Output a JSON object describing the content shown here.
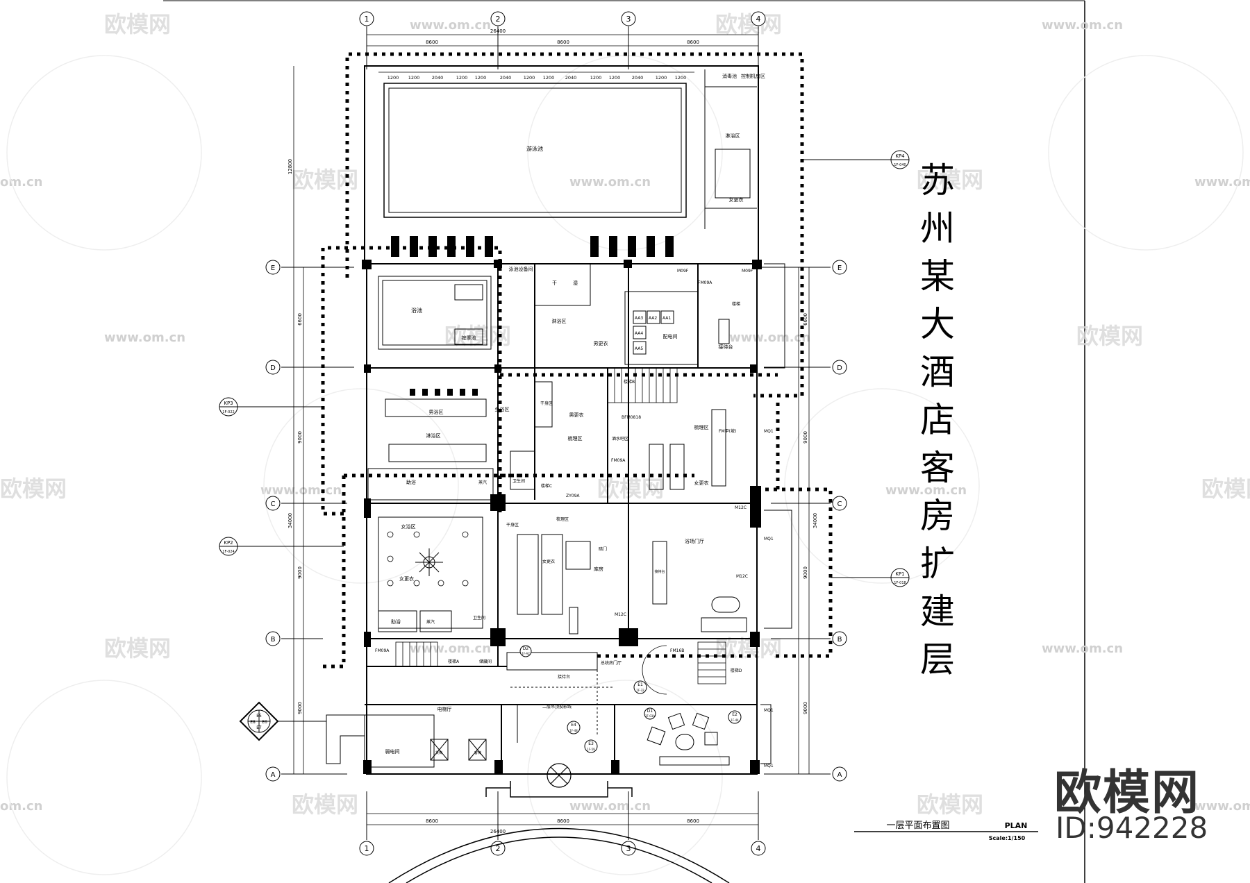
{
  "project_title": "苏州某大酒店客房扩建层",
  "drawing": {
    "title": "一层平面布置图",
    "title_en": "PLAN",
    "scale": "Scale:1/150"
  },
  "watermark": {
    "brand": "欧模网",
    "url": "www.om.cn",
    "url_fragment": "om.cn",
    "id": "ID:942228"
  },
  "grid": {
    "columns": [
      "1",
      "2",
      "3",
      "4"
    ],
    "rows": [
      "E",
      "D",
      "C",
      "B",
      "A"
    ],
    "dims_top": [
      "8600",
      "8600",
      "8600"
    ],
    "dim_total_h": "26400",
    "dims_bottom": [
      "8600",
      "8600",
      "8600"
    ],
    "module_dims": [
      "1200",
      "1200",
      "2040",
      "1200",
      "1200",
      "2040",
      "1200",
      "1200",
      "2040",
      "1200",
      "1200",
      "2040",
      "1200",
      "1200"
    ],
    "dim_left_outer": "12800",
    "dims_left": [
      "6600",
      "9000",
      "9000",
      "9000"
    ],
    "dim_left_total": "34000",
    "dims_right": [
      "6600",
      "9000",
      "9000",
      "9000"
    ],
    "dim_right_total": "34000"
  },
  "key_plans": [
    {
      "id": "KP4",
      "ref": "1F-040"
    },
    {
      "id": "KP3",
      "ref": "1F-022"
    },
    {
      "id": "KP2",
      "ref": "1F-024"
    },
    {
      "id": "KP1",
      "ref": "1F-018"
    }
  ],
  "elevation_markers": [
    {
      "id": "E1",
      "ref": "1F-32"
    },
    {
      "id": "E2",
      "ref": "1F-44"
    },
    {
      "id": "E4",
      "ref": "1F-48"
    },
    {
      "id": "E3",
      "ref": "1F-59"
    },
    {
      "id": "D1",
      "ref": "1F-03A"
    },
    {
      "id": "D2",
      "ref": "1F-A2"
    }
  ],
  "legend_marker": {
    "labels": [
      "E5",
      "E6",
      "E7",
      "E8"
    ]
  },
  "rooms": {
    "pool": "游泳池",
    "dispensary": "消毒池",
    "control_room": "控制机房区",
    "shower_area": "淋浴区",
    "women_locker": "女更衣",
    "bath_pool": "浴池",
    "massage": "按摩池",
    "pool_equip": "泳池设备间",
    "sauna_dry": "干",
    "sauna_wet": "湿",
    "bathing_area": "淋浴区",
    "men_locker_small": "男更衣",
    "distribution": "配电间",
    "reception": "接待台",
    "stair": "楼梯",
    "stair_b": "楼梯B",
    "stair_c": "楼梯C",
    "stair_d": "楼梯D",
    "stair_a": "楼梯A",
    "men_bath": "男浴区",
    "sitting_bath": "坐浴区",
    "bath_area2": "淋浴区",
    "dry_area": "干身区",
    "men_locker": "男更衣",
    "grooming": "梳理区",
    "rest_area": "酒水吧区",
    "toilet": "卫生间",
    "steam": "蒸汽",
    "bath": "助浴",
    "seat_area": "梳理区",
    "women_bath": "女浴区",
    "women_changing": "女更衣",
    "dry_area2": "干身区",
    "grooming2": "梳理区",
    "storage": "库房",
    "spa_lobby": "浴场门厅",
    "reception2": "接待台",
    "dark_door": "暗门",
    "bath2": "助浴",
    "steam2": "蒸汽",
    "toilet2": "卫生间",
    "service_room": "储藏间",
    "front_desk": "接待台",
    "lobby_hall": "总统房门厅",
    "elevator_hall": "电梯厅",
    "weak_room": "弱电间",
    "ceiling_note": "二层吊顶投影线",
    "freight_elev": "货梯",
    "pass_elev": "客梯",
    "women_locker2": "女更衣"
  },
  "door_tags": [
    "M09F",
    "FM09A",
    "BFM0818",
    "FM09A",
    "FM甲(坡)",
    "M09F",
    "FM16B",
    "M12C",
    "M12C",
    "MQ1",
    "MQ1",
    "MQ1",
    "FM09A",
    "MQ1",
    "ZY09A",
    "M12C"
  ],
  "equipment": {
    "aa1": "AA1",
    "aa2": "AA2",
    "aa3": "AA3",
    "aa4": "AA4",
    "aa5": "AA5"
  }
}
